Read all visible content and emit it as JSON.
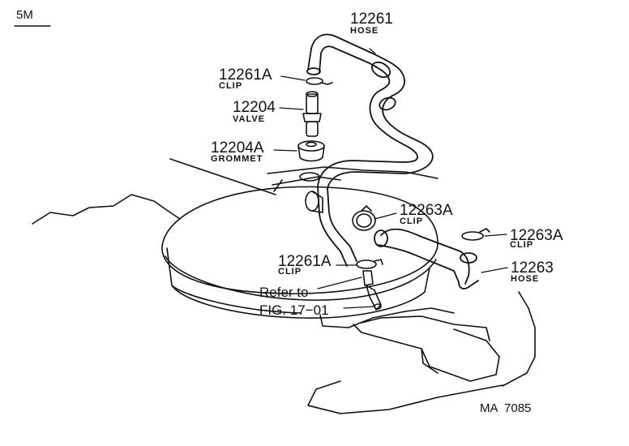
{
  "header": {
    "code": "5M"
  },
  "parts": [
    {
      "number": "12261",
      "name": "HOSE"
    },
    {
      "number": "12261A",
      "name": "CLIP"
    },
    {
      "number": "12204",
      "name": "VALVE"
    },
    {
      "number": "12204A",
      "name": "GROMMET"
    },
    {
      "number": "12263A",
      "name": "CLIP"
    },
    {
      "number": "12263A",
      "name": "CLIP"
    },
    {
      "number": "12261A",
      "name": "CLIP"
    },
    {
      "number": "12263",
      "name": "HOSE"
    }
  ],
  "reference": {
    "line1": "Refer to",
    "line2": "FIG. 17−01"
  },
  "footer": {
    "code": "MA  7085"
  }
}
